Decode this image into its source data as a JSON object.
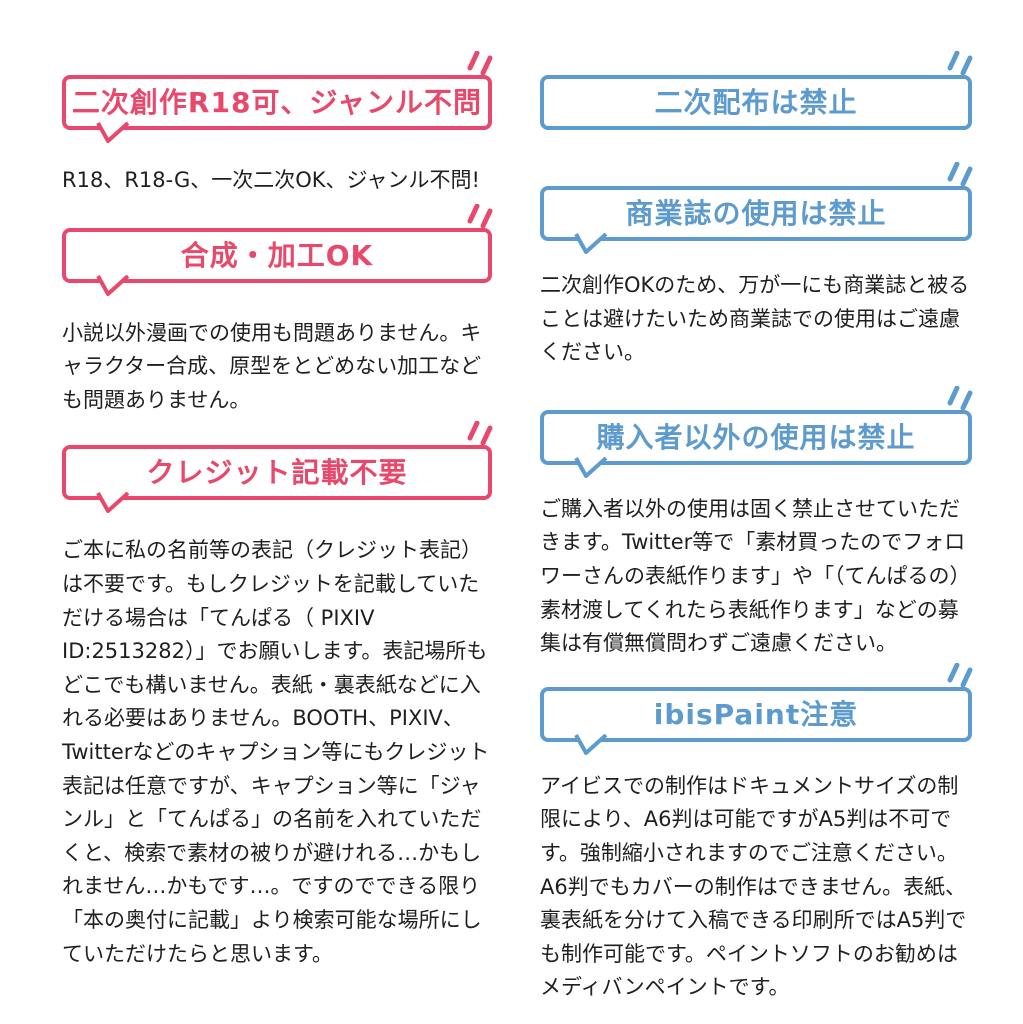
{
  "colors": {
    "pink": "#e8486b",
    "blue": "#5d9bcf",
    "text": "#1f1f1f",
    "background": "#ffffff"
  },
  "left": {
    "sections": [
      {
        "title": "二次創作R18可、ジャンル不問",
        "body": "R18、R18-G、一次二次OK、ジャンル不問!"
      },
      {
        "title": "合成・加工OK",
        "body": "小説以外漫画での使用も問題ありません。キャラクター合成、原型をとどめない加工なども問題ありません。"
      },
      {
        "title": "クレジット記載不要",
        "body": "ご本に私の名前等の表記（クレジット表記）は不要です。もしクレジットを記載していただける場合は「てんぱる（ PIXIV ID:2513282）」でお願いします。表記場所もどこでも構いません。表紙・裏表紙などに入れる必要はありません。BOOTH、PIXIV、Twitterなどのキャプション等にもクレジット表記は任意ですが、キャプション等に「ジャンル」と「てんぱる」の名前を入れていただくと、検索で素材の被りが避けれる…かもしれません…かもです…。ですのでできる限り「本の奥付に記載」より検索可能な場所にしていただけたらと思います。"
      }
    ]
  },
  "right": {
    "sections": [
      {
        "title": "二次配布は禁止",
        "body": ""
      },
      {
        "title": "商業誌の使用は禁止",
        "body": "二次創作OKのため、万が一にも商業誌と被ることは避けたいため商業誌での使用はご遠慮ください。"
      },
      {
        "title": "購入者以外の使用は禁止",
        "body": "ご購入者以外の使用は固く禁止させていただきます。Twitter等で「素材買ったのでフォロワーさんの表紙作ります」や「（てんぱるの）素材渡してくれたら表紙作ります」などの募集は有償無償問わずご遠慮ください。"
      },
      {
        "title": "ibisPaint注意",
        "body": "アイビスでの制作はドキュメントサイズの制限により、A6判は可能ですがA5判は不可です。強制縮小されますのでご注意ください。A6判でもカバーの制作はできません。表紙、裏表紙を分けて入稿できる印刷所ではA5判でも制作可能です。ペイントソフトのお勧めはメディバンペイントです。"
      }
    ]
  }
}
